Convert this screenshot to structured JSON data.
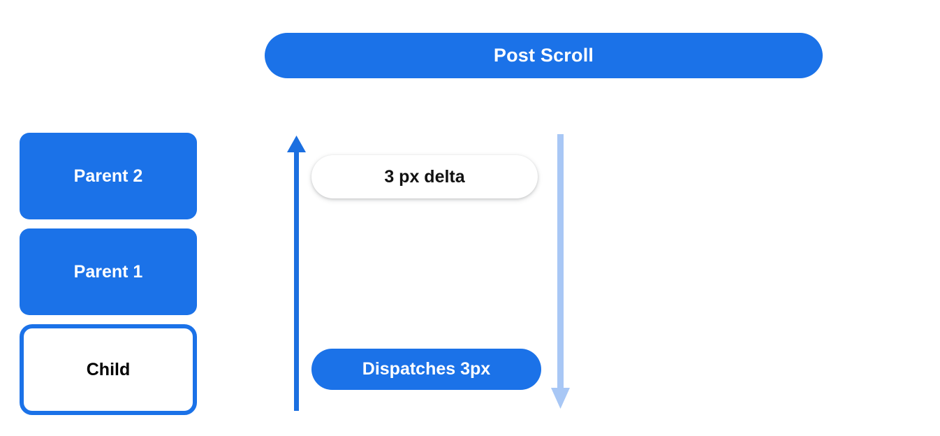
{
  "header": {
    "title": "Post Scroll"
  },
  "stack": {
    "boxes": [
      {
        "label": "Parent 2",
        "style": "filled"
      },
      {
        "label": "Parent 1",
        "style": "filled"
      },
      {
        "label": "Child",
        "style": "outlined"
      }
    ]
  },
  "flow": {
    "delta_pill_label": "3 px delta",
    "dispatch_pill_label": "Dispatches 3px",
    "up_arrow_name": "arrow-up-icon",
    "down_arrow_name": "arrow-down-icon"
  },
  "colors": {
    "brand_blue": "#1B72E8",
    "arrow_up_blue": "#1B6FE0",
    "arrow_down_blue": "#A8C7F5",
    "text_dark": "#111111",
    "text_light": "#FFFFFF",
    "background": "#FFFFFF"
  }
}
